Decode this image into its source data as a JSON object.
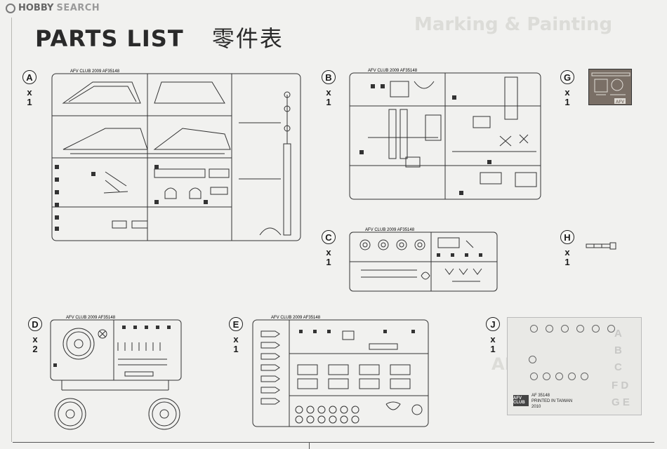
{
  "watermark": {
    "brand_a": "HOBBY",
    "brand_b": "SEARCH"
  },
  "title": {
    "en": "PARTS  LIST",
    "cn": "零件表"
  },
  "ghost_text": {
    "top": "Marking & Painting",
    "mid": "AN MAXXIDS"
  },
  "parts": [
    {
      "letter": "A",
      "qty_x": "x",
      "qty_n": "1",
      "sprue_label": "AFV CLUB  2009  AF35148"
    },
    {
      "letter": "B",
      "qty_x": "x",
      "qty_n": "1",
      "sprue_label": "AFV CLUB 2009  AF35148"
    },
    {
      "letter": "G",
      "qty_x": "x",
      "qty_n": "1",
      "sprue_label": ""
    },
    {
      "letter": "C",
      "qty_x": "x",
      "qty_n": "1",
      "sprue_label": "AFV CLUB 2009  AF35148"
    },
    {
      "letter": "H",
      "qty_x": "x",
      "qty_n": "1",
      "sprue_label": ""
    },
    {
      "letter": "D",
      "qty_x": "x",
      "qty_n": "2",
      "sprue_label": "AFV CLUB 2009  AF35148"
    },
    {
      "letter": "E",
      "qty_x": "x",
      "qty_n": "1",
      "sprue_label": "AFV CLUB 2009  AF35148"
    },
    {
      "letter": "J",
      "qty_x": "x",
      "qty_n": "1",
      "sprue_label": ""
    }
  ],
  "pe_label": "AFV",
  "decal": {
    "logo": "AFV CLUB",
    "code": "AF  35148",
    "printed": "PRINTED IN TAIWAN",
    "year": "2010",
    "side_letters": [
      "A",
      "B",
      "C",
      "F D",
      "G E"
    ]
  }
}
